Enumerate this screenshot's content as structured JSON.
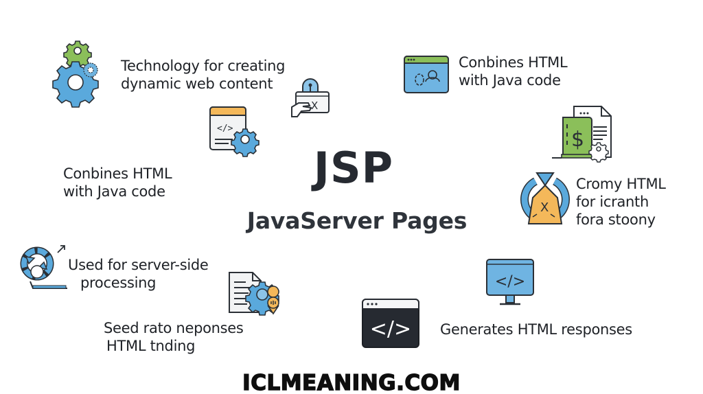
{
  "title": {
    "main": "JSP",
    "subtitle": "JavaServer Pages"
  },
  "features": [
    {
      "id": "technology",
      "lines": [
        "Technology for creating",
        "dynamic web content"
      ],
      "icon": "gears-icon"
    },
    {
      "id": "combines-top",
      "lines": [
        "Conbines HTML",
        "with Java code"
      ],
      "icon": "browser-window-icon"
    },
    {
      "id": "combines-left",
      "lines": [
        "Conbines HTML",
        "with Java code"
      ],
      "icon": ""
    },
    {
      "id": "cromy",
      "lines": [
        "Cromy HTML",
        "for icranth",
        "fora stoony"
      ],
      "icon": "alchemy-ring-icon"
    },
    {
      "id": "server-side",
      "lines": [
        "Used for server-side",
        "processing"
      ],
      "icon": "refresh-cycle-icon"
    },
    {
      "id": "seed",
      "lines": [
        "Seed rato neponses",
        "HTML tnding"
      ],
      "icon": "document-gear-icon"
    },
    {
      "id": "generates",
      "lines": [
        "Generates HTML responses"
      ],
      "icon": "code-window-icon"
    }
  ],
  "decorative_icons": [
    "code-file-gear-icon",
    "lock-hand-icon",
    "dollar-document-icon",
    "monitor-code-icon"
  ],
  "footer": {
    "brand": "ICLMEANING.COM"
  },
  "colors": {
    "blue": "#5aa9dc",
    "blue_light": "#8cc4e8",
    "green": "#8bbf5a",
    "orange": "#f4b85a",
    "dark": "#262a31",
    "outline": "#2b3036"
  }
}
